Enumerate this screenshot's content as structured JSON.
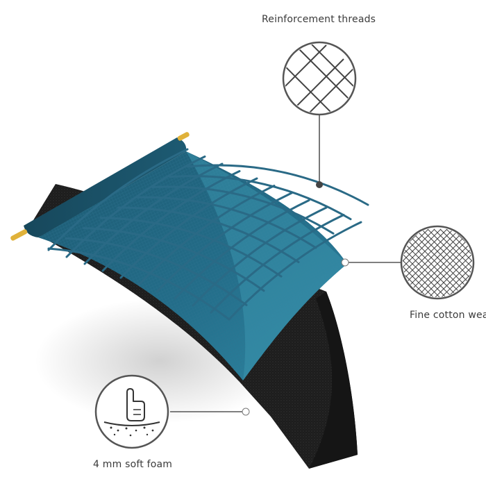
{
  "callouts": {
    "reinforcement": {
      "label": "Reinforcement threads",
      "icon": "crossed-threads-icon"
    },
    "weave": {
      "label": "Fine cotton weave",
      "icon": "fine-mesh-icon"
    },
    "foam": {
      "label": "4 mm soft foam",
      "icon": "finger-press-foam-icon"
    }
  },
  "colors": {
    "fabric": "#1f5f78",
    "fabric_light": "#2d7f97",
    "threads": "#2a6a86",
    "foam": "#202020",
    "rod": "#e0b23a",
    "callout_line": "#555555"
  }
}
